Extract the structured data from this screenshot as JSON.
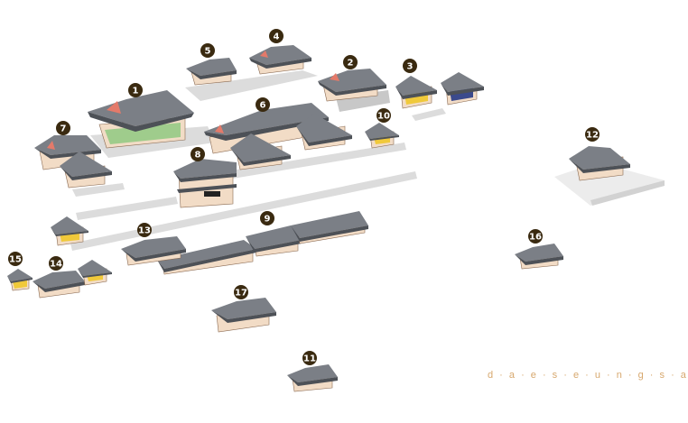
{
  "colors": {
    "roof": "#7b7f86",
    "roof_dark": "#4d5157",
    "wall": "#f2dcc6",
    "wall_line": "#8a6a52",
    "platform": "#dcdcdc",
    "green_panel": "#9fcc8c",
    "yellow_panel": "#f0c93a",
    "blue_panel": "#3b4a8c",
    "gable": "#e47a6a",
    "marker_fill": "#3a2a10",
    "brand_color": "#d7a86e"
  },
  "markers": [
    {
      "num": "1"
    },
    {
      "num": "2"
    },
    {
      "num": "3"
    },
    {
      "num": "4"
    },
    {
      "num": "5"
    },
    {
      "num": "6"
    },
    {
      "num": "7"
    },
    {
      "num": "8"
    },
    {
      "num": "9"
    },
    {
      "num": "10"
    },
    {
      "num": "11"
    },
    {
      "num": "12"
    },
    {
      "num": "13"
    },
    {
      "num": "14"
    },
    {
      "num": "15"
    },
    {
      "num": "16"
    },
    {
      "num": "17"
    }
  ],
  "brand": "d · a · e · s · e · u · n · g · s · a"
}
